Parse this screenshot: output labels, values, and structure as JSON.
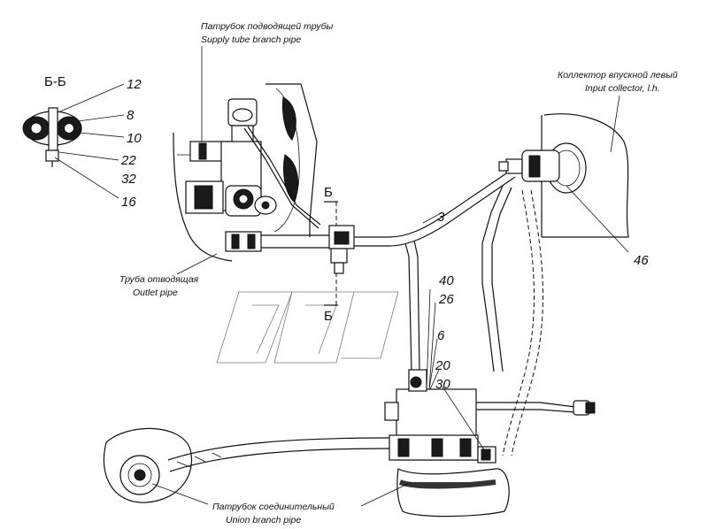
{
  "labels": {
    "supply_ru": "Патрубок подводящей трубы",
    "supply_en": "Supply tube branch pipe",
    "collector_ru": "Коллектор впускной левый",
    "collector_en": "Input collector, l.h.",
    "outlet_ru": "Труба отводящая",
    "outlet_en": "Outlet pipe",
    "union_ru": "Патрубок соединительный",
    "union_en": "Union branch pipe"
  },
  "section": {
    "title": "Б-Б",
    "marker_top": "Б",
    "marker_bottom": "Б"
  },
  "callouts": {
    "c12": "12",
    "c8": "8",
    "c10": "10",
    "c22": "22",
    "c32": "32",
    "c16": "16",
    "c3": "3",
    "c46": "46",
    "c40": "40",
    "c26": "26",
    "c6": "6",
    "c20": "20",
    "c30": "30"
  }
}
